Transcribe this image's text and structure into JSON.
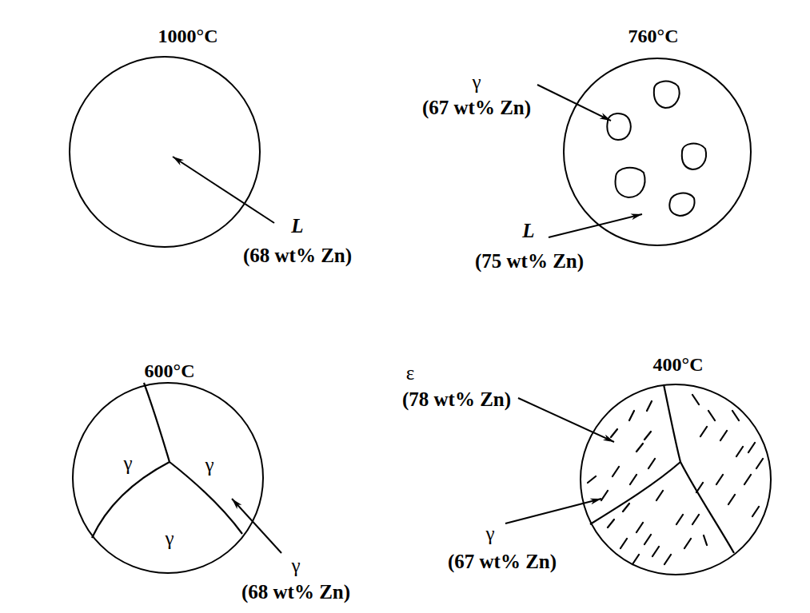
{
  "diagram": {
    "nodes": [
      {
        "text": [
          "1000°C"
        ]
      },
      {
        "text": [
          "760°C"
        ]
      },
      {
        "text": [
          "600°C",
          "γ",
          "γ",
          "γ"
        ]
      },
      {
        "text": [
          "400°C"
        ]
      }
    ],
    "labels": [
      "L",
      "(68 wt% Zn)",
      "γ",
      "(67 wt% Zn)",
      "L",
      "(75 wt% Zn)",
      "γ",
      "(68 wt% Zn)",
      "ε",
      "(78 wt% Zn)",
      "γ",
      "(67 wt% Zn)"
    ]
  }
}
